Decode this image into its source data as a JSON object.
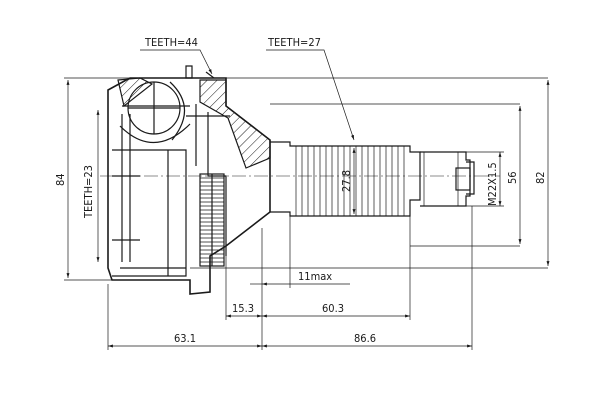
{
  "labels": {
    "teeth_outer": "TEETH=44",
    "teeth_spline": "TEETH=27",
    "teeth_inner": "TEETH=23",
    "thread": "M22X1.5",
    "dim_84": "84",
    "dim_82": "82",
    "dim_56": "56",
    "dim_27_8": "27.8",
    "dim_11max": "11max",
    "dim_15_3": "15.3",
    "dim_60_3": "60.3",
    "dim_63_1": "63.1",
    "dim_86_6": "86.6"
  }
}
